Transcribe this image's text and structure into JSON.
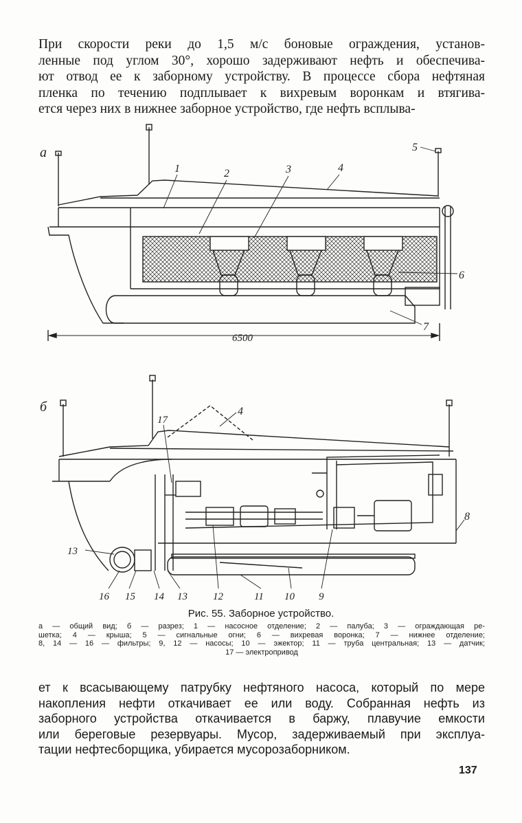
{
  "top_paragraph": {
    "lines": [
      "При скорости реки до 1,5 м/с боновые ограждения, установ-",
      "ленные под углом 30°, хорошо задерживают нефть и обеспечива-",
      "ют отвод ее к заборному устройству. В процессе сбора нефтяная",
      "пленка по течению подплывает к вихревым воронкам и втягива-",
      "ется через них в нижнее заборное устройство, где нефть всплыва-"
    ]
  },
  "figure": {
    "view_a_label": "а",
    "view_b_label": "б",
    "dimension": "6500",
    "callouts_a": [
      "1",
      "2",
      "3",
      "4",
      "5",
      "6",
      "7"
    ],
    "callouts_b": [
      "17",
      "4",
      "8",
      "13",
      "16",
      "15",
      "14",
      "13",
      "12",
      "11",
      "10",
      "9"
    ]
  },
  "caption": "Рис. 55. Заборное устройство.",
  "legend": {
    "lines": [
      "а — общий вид; б — разрез; 1 — насосное отделение; 2 — палуба; 3 — ограждающая ре-",
      "шетка; 4 — крыша; 5 — сигнальные огни; 6 — вихревая воронка; 7 — нижнее отделение;",
      "8, 14 — 16 — фильтры; 9, 12 — насосы; 10 — эжектор; 11 — труба центральная; 13 — датчик;",
      "17 — электропривод"
    ]
  },
  "bottom_paragraph": {
    "lines": [
      "ет к всасывающему патрубку нефтяного насоса, который по мере",
      "накопления нефти откачивает ее или воду. Собранная нефть из",
      "заборного устройства откачивается в баржу, плавучие емкости",
      "или береговые резервуары. Мусор, задерживаемый при эксплуа-",
      "тации нефтесборщика, убирается мусорозаборником."
    ]
  },
  "page_number": "137"
}
